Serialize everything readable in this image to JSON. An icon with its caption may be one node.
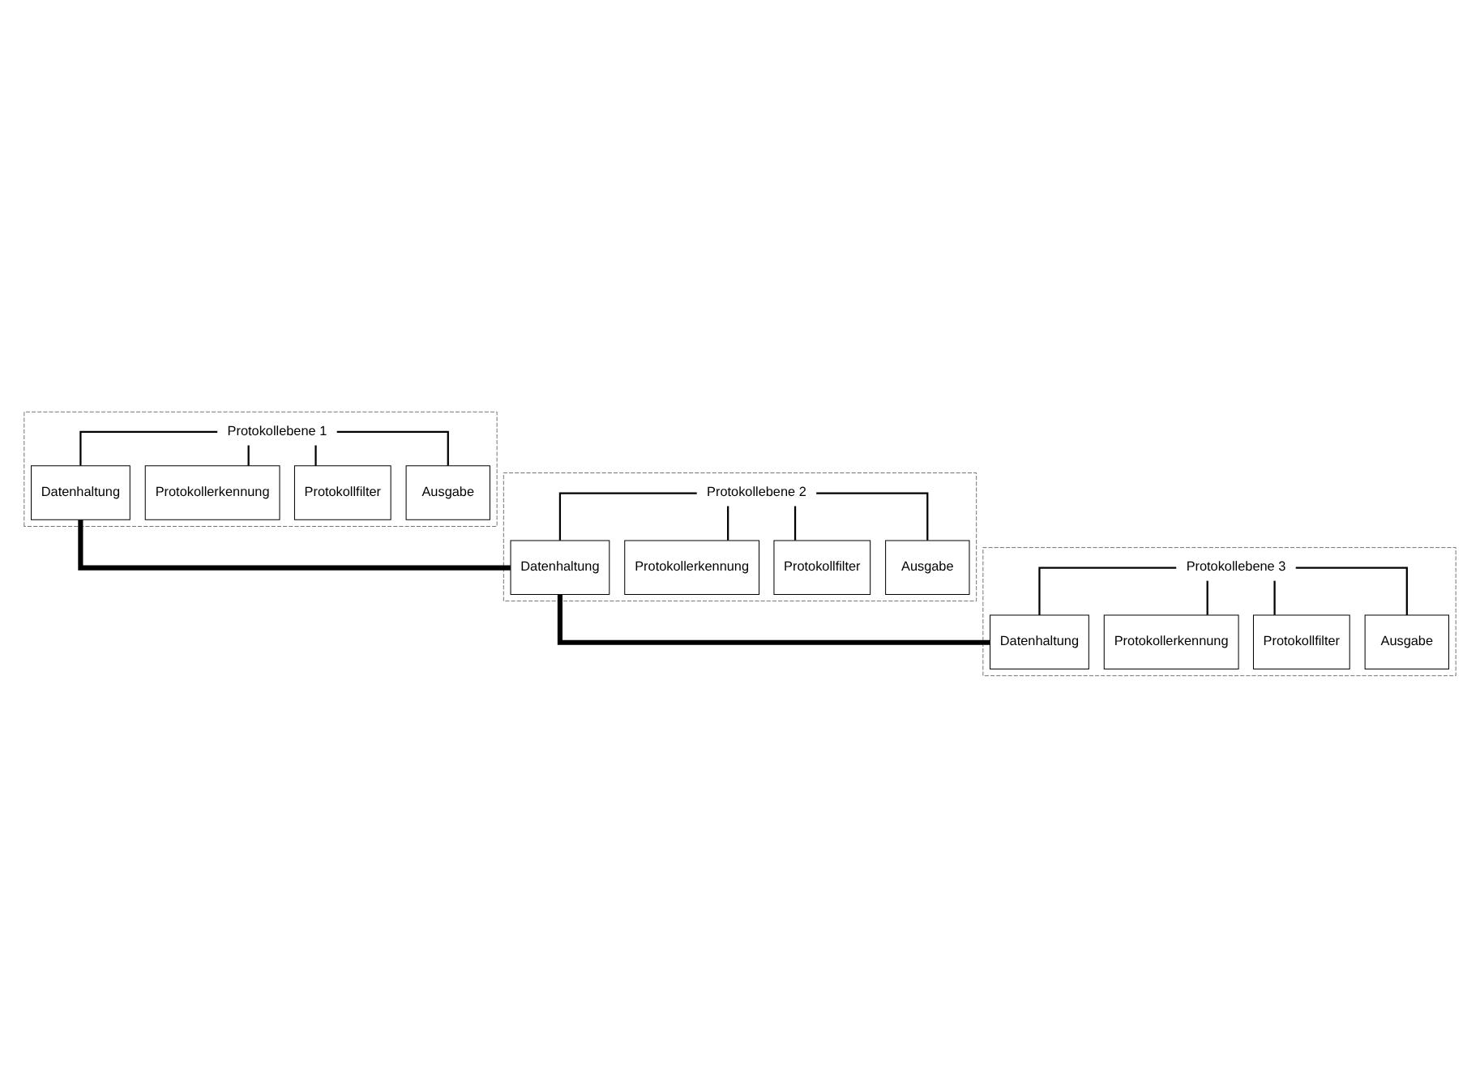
{
  "diagram": {
    "nodes": [
      {
        "text": [],
        "shape": "box"
      },
      {
        "text": [
          "Protokollebene 1"
        ],
        "in": 0
      },
      {
        "text": [
          "Datenhaltung"
        ],
        "in": 0
      },
      {
        "text": [
          "Protokollerkennung"
        ],
        "in": 0
      },
      {
        "text": [
          "Protokollfilter"
        ],
        "in": 0
      },
      {
        "text": [
          "Ausgabe"
        ],
        "in": 0
      },
      {
        "text": [],
        "shape": "box"
      },
      {
        "text": [
          "Protokollebene 2"
        ],
        "in": 6
      },
      {
        "text": [
          "Datenhaltung"
        ],
        "in": 6
      },
      {
        "text": [
          "Protokollerkennung"
        ],
        "in": 6
      },
      {
        "text": [
          "Protokollfilter"
        ],
        "in": 6
      },
      {
        "text": [
          "Ausgabe"
        ],
        "in": 6
      },
      {
        "text": [],
        "shape": "box"
      },
      {
        "text": [
          "Protokollebene 3"
        ],
        "in": 12
      },
      {
        "text": [
          "Datenhaltung"
        ],
        "in": 12
      },
      {
        "text": [
          "Protokollerkennung"
        ],
        "in": 12
      },
      {
        "text": [
          "Protokollfilter"
        ],
        "in": 12
      },
      {
        "text": [
          "Ausgabe"
        ],
        "in": 12
      }
    ],
    "edges": [
      {
        "from": 1,
        "to": 2,
        "arrow": "none"
      },
      {
        "from": 1,
        "to": 3,
        "arrow": "none"
      },
      {
        "from": 1,
        "to": 4,
        "arrow": "none"
      },
      {
        "from": 1,
        "to": 5,
        "arrow": "none"
      },
      {
        "from": 7,
        "to": 8,
        "arrow": "none"
      },
      {
        "from": 7,
        "to": 9,
        "arrow": "none"
      },
      {
        "from": 7,
        "to": 10,
        "arrow": "none"
      },
      {
        "from": 7,
        "to": 11,
        "arrow": "none"
      },
      {
        "from": 13,
        "to": 14,
        "arrow": "none"
      },
      {
        "from": 13,
        "to": 15,
        "arrow": "none"
      },
      {
        "from": 13,
        "to": 16,
        "arrow": "none"
      },
      {
        "from": 13,
        "to": 17,
        "arrow": "none"
      },
      {
        "from": 2,
        "to": 8,
        "arrow": "none",
        "style": "thick"
      },
      {
        "from": 8,
        "to": 14,
        "arrow": "none",
        "style": "thick"
      }
    ]
  }
}
